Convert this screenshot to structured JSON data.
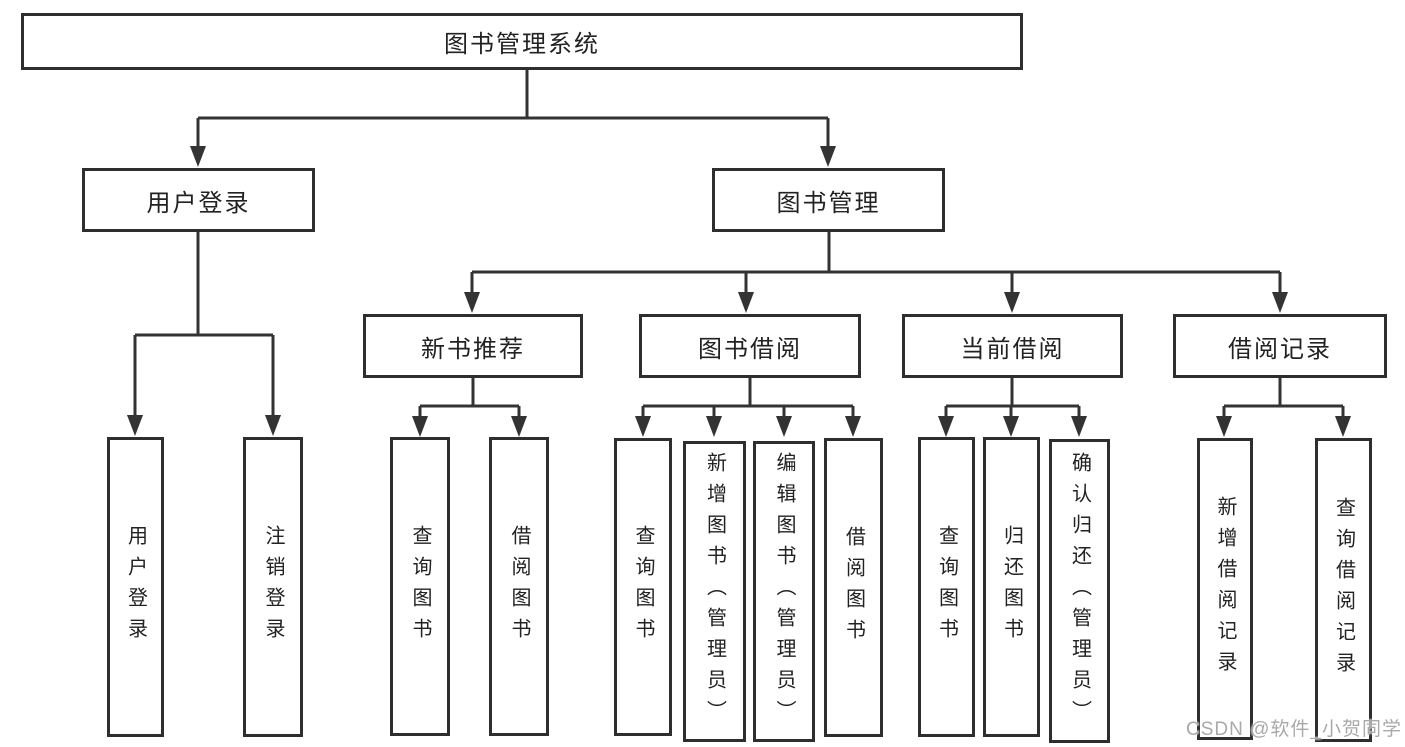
{
  "tree": {
    "root": "图书管理系统",
    "branches": {
      "user_login": {
        "label": "用户登录",
        "children": {
          "login": "用户登录",
          "logout": "注销登录"
        }
      },
      "book_mgmt": {
        "label": "图书管理",
        "sections": {
          "new_book": {
            "label": "新书推荐",
            "children": {
              "search": "查询图书",
              "borrow": "借阅图书"
            }
          },
          "borrowing": {
            "label": "图书借阅",
            "children": {
              "search": "查询图书",
              "add": "新增图书（管理员）",
              "edit": "编辑图书（管理员）",
              "borrow": "借阅图书"
            }
          },
          "current": {
            "label": "当前借阅",
            "children": {
              "search": "查询图书",
              "return": "归还图书",
              "confirm": "确认归还（管理员）"
            }
          },
          "records": {
            "label": "借阅记录",
            "children": {
              "add": "新增借阅记录",
              "search": "查询借阅记录"
            }
          }
        }
      }
    }
  },
  "watermark": "CSDN @软件_小贺同学",
  "colors": {
    "line": "#333333",
    "box_border": "#2e2e2e",
    "text": "#222222",
    "background": "#ffffff",
    "watermark": "#a9a9a9"
  }
}
